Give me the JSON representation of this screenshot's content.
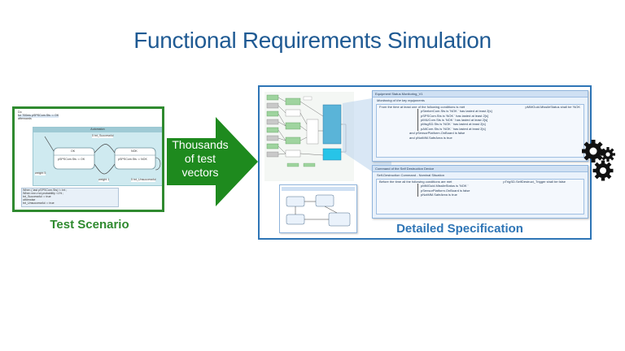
{
  "title": "Functional Requirements Simulation",
  "test_scenario": {
    "label": "Test Scenario",
    "code_top": [
      "Do",
      "  for 700ms  pSPSCom.Sts := OK",
      "afterwards"
    ],
    "automaton_title": "Automaton",
    "states": [
      "OK",
      "NOK"
    ],
    "state_actions": [
      "pSPSCom.Sts := OK",
      "pSPSCom.Sts := NOK"
    ],
    "transition_labels": [
      "5   tnt_Successful",
      "weight 5",
      "weight 1",
      "5   tnt_Unsuccessful"
    ],
    "code_bottom": [
      "When ( last pSPSCom.Sts) != tnt ;",
      "  When nnn.rnd.probability <1% ;",
      "    tnt_Successful := true",
      "  otherwise",
      "    tnt_Unsuccessful := true"
    ]
  },
  "arrow": {
    "lines": [
      "Thousands",
      "of test",
      "vectors"
    ],
    "color": "#1e8a1e"
  },
  "detailed_specification": {
    "label": "Detailed Specification",
    "card1": {
      "title": "Equipment Status Monitoring_V1",
      "subtitle": "Monitoring of the key equipments",
      "when": "From the time  at least one of the following conditions is met",
      "conditions": [
        "pSeekerCom.Sts  is  'NOK '  has lasted at least  2[s]",
        "pSPSCom.Sts  is  'NOK '  has lasted at least  2[s]",
        "pIMUCom.Sts  is  'NOK '  has lasted at least  2[s]",
        "pMsgSD.Sts  is  'NOK '  has lasted at least  2[s]",
        "pAltCom.Sts  is  'NOK '  has lasted at least  2[s]"
      ],
      "and_lines": [
        "and  pSensorPlatform.OnBoard  is  false",
        "and  pNotMM.SafeArea  is  true"
      ],
      "result": "pMMGuid.MissileStatus  shall be  'NOK"
    },
    "card2": {
      "title": "Command of the Self Destruction Device",
      "subtitle": "Self-Destruction Command - Nominal Situation",
      "when": "Before the time  all the following conditions are met",
      "conditions": [
        "pMMGuid.MissileStatus  is  'NOK '",
        "pSensorPlatform.OnBoard  is  false",
        "pNotMM.SafeArea  is  true"
      ],
      "result": "pTrigSD.SelfDestruct_Trigger  shall be  false"
    }
  },
  "colors": {
    "title_blue": "#1f5a93",
    "scenario_green": "#2f8a2f",
    "spec_blue": "#2e75b6"
  }
}
